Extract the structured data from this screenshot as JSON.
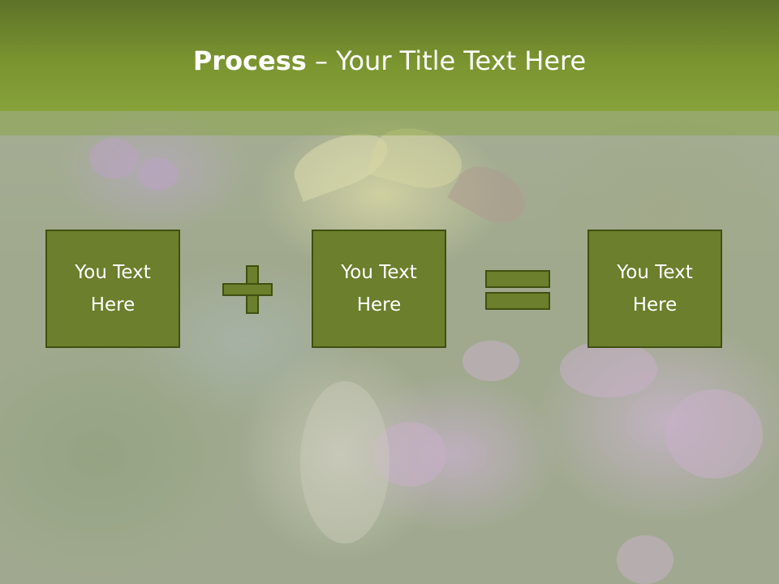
{
  "title": {
    "bold": "Process",
    "dash": " – ",
    "rest": "Your Title Text Here"
  },
  "boxes": [
    {
      "text": "You Text\nHere"
    },
    {
      "text": "You Text\nHere"
    },
    {
      "text": "You Text\nHere"
    }
  ],
  "operators": [
    {
      "icon": "plus-icon"
    },
    {
      "icon": "equals-icon"
    }
  ],
  "colors": {
    "title_bar": "#7a942f",
    "box_fill": "#6b7f2c",
    "box_border": "#40500f",
    "text": "#ffffff"
  }
}
